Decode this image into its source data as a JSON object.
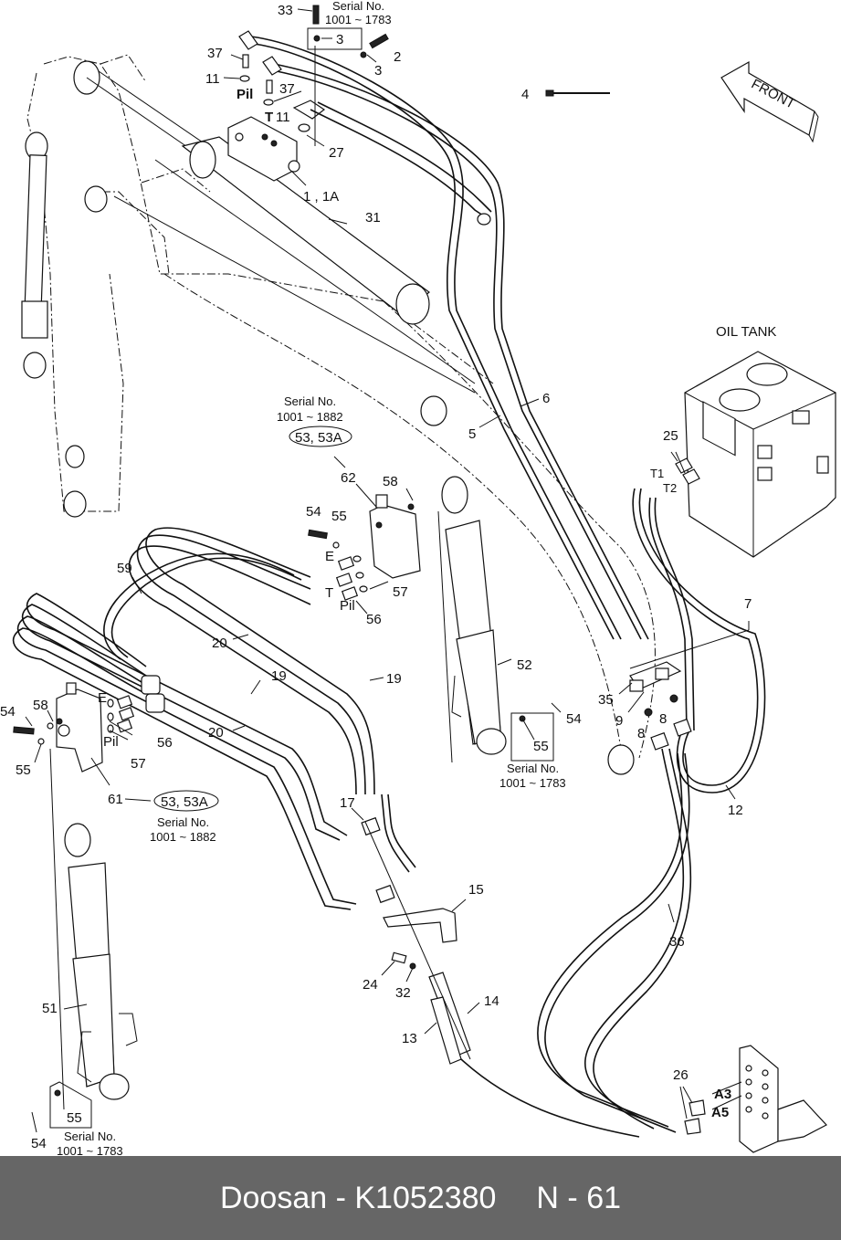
{
  "diagram": {
    "title": "Hydraulic piping diagram",
    "oil_tank_label": "OIL TANK",
    "front_label": "FRONT",
    "callouts": {
      "c33": "33",
      "c3a": "3",
      "c2": "2",
      "c3b": "3",
      "c37a": "37",
      "c11a": "11",
      "c37b": "37",
      "c11b": "11",
      "c27": "27",
      "c1": "1 , 1A",
      "c31": "31",
      "c4": "4",
      "c5": "5",
      "c6": "6",
      "c25": "25",
      "c62": "62",
      "c58a": "58",
      "c54a": "55",
      "c54b": "54",
      "c57a": "57",
      "c56a": "56",
      "c59": "59",
      "c20a": "20",
      "c19a": "19",
      "c19b": "19",
      "c20b": "20",
      "c52": "52",
      "c54c": "54",
      "c55c": "55",
      "c35": "35",
      "c9": "9",
      "c8a": "8",
      "c8b": "8",
      "c7": "7",
      "c12": "12",
      "c54d": "54",
      "c58b": "58",
      "c55d": "55",
      "c56b": "56",
      "c57b": "57",
      "c61": "61",
      "c17": "17",
      "c15": "15",
      "c24": "24",
      "c32": "32",
      "c14": "14",
      "c13": "13",
      "c36": "36",
      "c26": "26",
      "c51": "51",
      "c55e": "55",
      "c54e": "54"
    },
    "port_labels": {
      "pil_top": "Pil",
      "t_top": "T",
      "e_mid": "E",
      "t_mid": "T",
      "pil_mid": "Pil",
      "e_left": "E",
      "pil_left": "Pil",
      "t1": "T1",
      "t2": "T2",
      "a3": "A3",
      "a5": "A5"
    },
    "serial_notes": [
      {
        "heading": "Serial No.",
        "range": "1001 ~ 1783"
      },
      {
        "heading": "Serial No.",
        "range": "1001 ~ 1882"
      },
      {
        "heading": "Serial No.",
        "range": "1001 ~ 1783"
      },
      {
        "heading": "Serial No.",
        "range": "1001 ~ 1882"
      },
      {
        "heading": "Serial No.",
        "range": "1001 ~ 1783"
      }
    ],
    "ellipse_refs": [
      "53, 53A",
      "53, 53A"
    ]
  },
  "footer": {
    "brand_part": "Doosan - K1052380",
    "page": "N - 61"
  }
}
